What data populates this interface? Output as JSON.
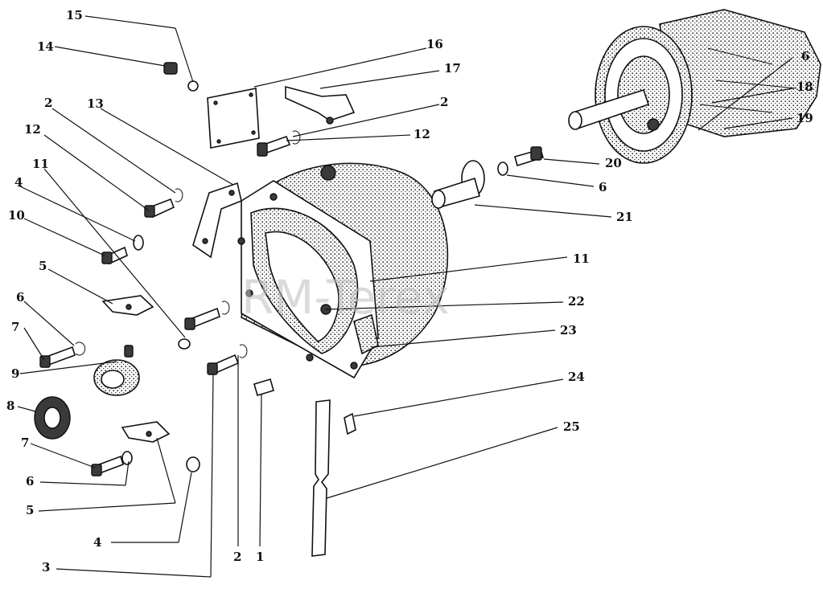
{
  "watermark": "RM-Terex",
  "callouts": [
    {
      "id": "c15",
      "text": "15"
    },
    {
      "id": "c14",
      "text": "14"
    },
    {
      "id": "c16",
      "text": "16"
    },
    {
      "id": "c17",
      "text": "17"
    },
    {
      "id": "c2a",
      "text": "2"
    },
    {
      "id": "c2b",
      "text": "2"
    },
    {
      "id": "c13",
      "text": "13"
    },
    {
      "id": "c12a",
      "text": "12"
    },
    {
      "id": "c12b",
      "text": "12"
    },
    {
      "id": "c11a",
      "text": "11"
    },
    {
      "id": "c4a",
      "text": "4"
    },
    {
      "id": "c10",
      "text": "10"
    },
    {
      "id": "c5a",
      "text": "5"
    },
    {
      "id": "c6a",
      "text": "6"
    },
    {
      "id": "c7a",
      "text": "7"
    },
    {
      "id": "c9",
      "text": "9"
    },
    {
      "id": "c8",
      "text": "8"
    },
    {
      "id": "c7b",
      "text": "7"
    },
    {
      "id": "c6b",
      "text": "6"
    },
    {
      "id": "c5b",
      "text": "5"
    },
    {
      "id": "c4b",
      "text": "4"
    },
    {
      "id": "c3",
      "text": "3"
    },
    {
      "id": "c2c",
      "text": "2"
    },
    {
      "id": "c1",
      "text": "1"
    },
    {
      "id": "c6c",
      "text": "6"
    },
    {
      "id": "c18",
      "text": "18"
    },
    {
      "id": "c19",
      "text": "19"
    },
    {
      "id": "c20",
      "text": "20"
    },
    {
      "id": "c6d",
      "text": "6"
    },
    {
      "id": "c21",
      "text": "21"
    },
    {
      "id": "c11b",
      "text": "11"
    },
    {
      "id": "c22",
      "text": "22"
    },
    {
      "id": "c23",
      "text": "23"
    },
    {
      "id": "c24",
      "text": "24"
    },
    {
      "id": "c25",
      "text": "25"
    }
  ]
}
